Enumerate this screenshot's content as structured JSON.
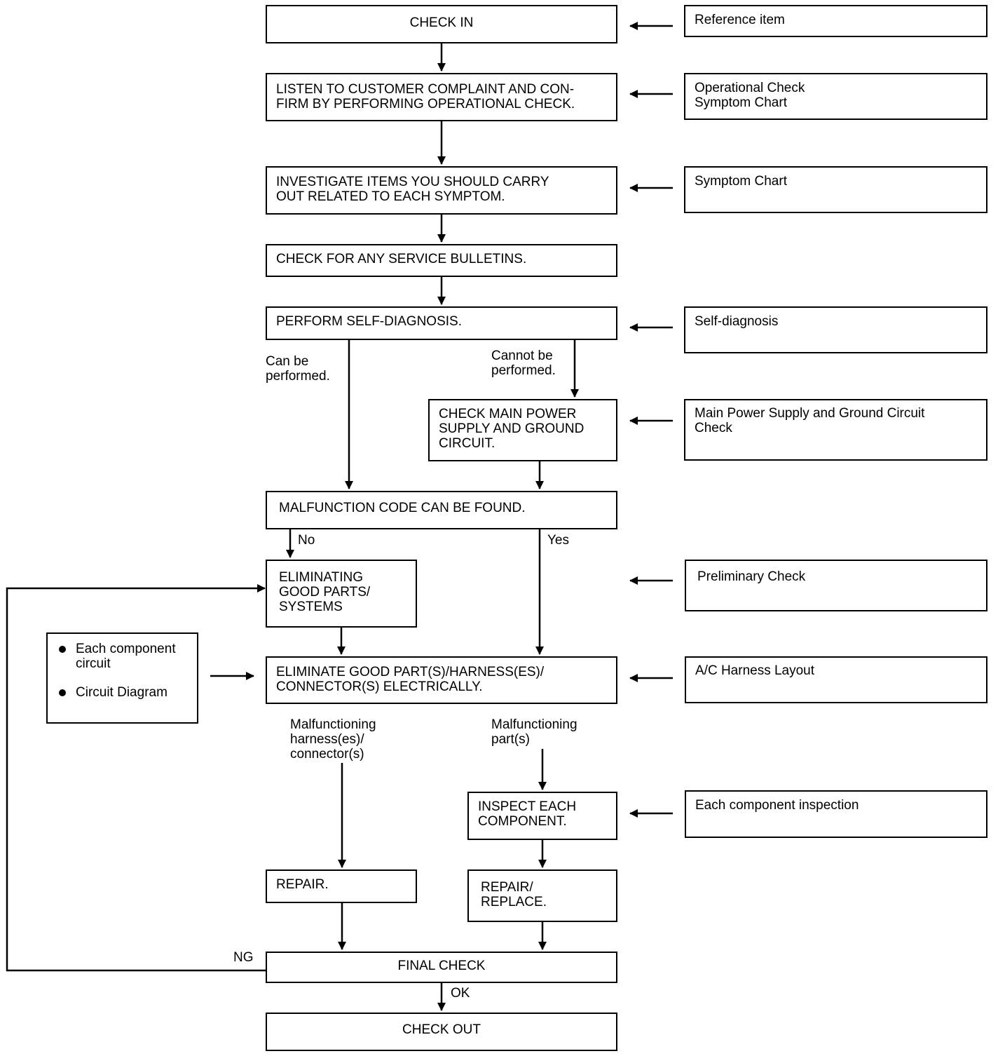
{
  "steps": {
    "check_in": "CHECK IN",
    "listen": "LISTEN TO CUSTOMER COMPLAINT AND CON-\nFIRM BY PERFORMING OPERATIONAL CHECK.",
    "investigate": "INVESTIGATE ITEMS YOU SHOULD CARRY\nOUT RELATED TO EACH SYMPTOM.",
    "bulletins": "CHECK FOR ANY SERVICE BULLETINS.",
    "self_diagnosis": "PERFORM SELF-DIAGNOSIS.",
    "main_power": "CHECK MAIN POWER\nSUPPLY AND GROUND\nCIRCUIT.",
    "malfunction_code": "MALFUNCTION CODE CAN BE FOUND.",
    "eliminating_good_parts": "ELIMINATING\nGOOD PARTS/\nSYSTEMS",
    "eliminate_electrically": "ELIMINATE GOOD PART(S)/HARNESS(ES)/\nCONNECTOR(S) ELECTRICALLY.",
    "inspect_component": "INSPECT EACH\nCOMPONENT.",
    "repair": "REPAIR.",
    "repair_replace": "REPAIR/\nREPLACE.",
    "final_check": "FINAL CHECK",
    "check_out": "CHECK OUT"
  },
  "references": {
    "header": "Reference item",
    "operational": "Operational Check\nSymptom Chart",
    "symptom_chart": "Symptom Chart",
    "self_diagnosis": "Self-diagnosis",
    "main_power": "Main Power Supply and Ground Circuit\nCheck",
    "preliminary": "Preliminary Check",
    "harness_layout": "A/C Harness Layout",
    "component_inspection": "Each component inspection"
  },
  "left_reference": {
    "items": [
      "Each component\ncircuit",
      "Circuit Diagram"
    ]
  },
  "branch_labels": {
    "can_be_performed": "Can be\nperformed.",
    "cannot_be_performed": "Cannot be\nperformed.",
    "no": "No",
    "yes": "Yes",
    "malfunctioning_harness": "Malfunctioning\nharness(es)/\nconnector(s)",
    "malfunctioning_parts": "Malfunctioning\npart(s)",
    "ng": "NG",
    "ok": "OK"
  }
}
